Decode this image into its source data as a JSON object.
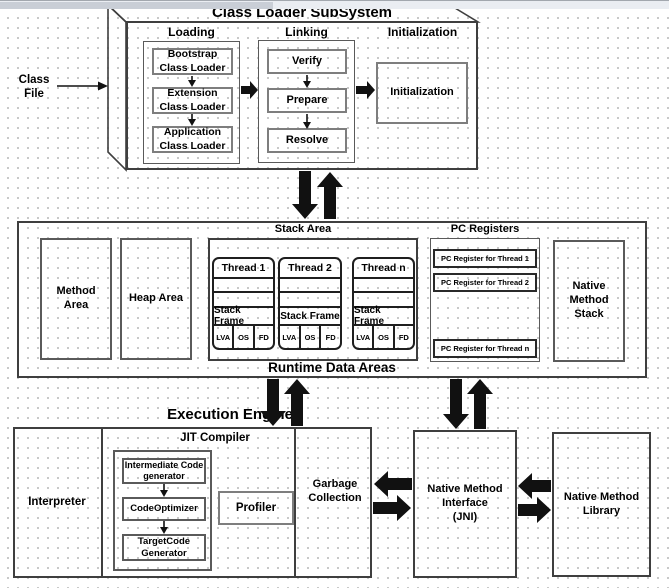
{
  "classloader": {
    "title": "Class Loader SubSystem",
    "class_file_label": "Class\nFile",
    "loading": {
      "label": "Loading",
      "boxes": [
        "Bootstrap\nClass Loader",
        "Extension\nClass Loader",
        "Application\nClass Loader"
      ]
    },
    "linking": {
      "label": "Linking",
      "boxes": [
        "Verify",
        "Prepare",
        "Resolve"
      ]
    },
    "initialization": {
      "label": "Initialization",
      "box": "Initialization"
    }
  },
  "runtime": {
    "title": "Runtime Data Areas",
    "method_area": "Method\nArea",
    "heap_area": "Heap Area",
    "stack_area": {
      "label": "Stack Area",
      "threads": [
        {
          "name": "Thread 1",
          "frame": "Stack Frame",
          "cells": [
            "LVA",
            "OS",
            "FD"
          ]
        },
        {
          "name": "Thread 2",
          "frame": "Stack Frame",
          "cells": [
            "LVA",
            "OS",
            "FD"
          ]
        },
        {
          "name": "Thread n",
          "frame": "Stack Frame",
          "cells": [
            "LVA",
            "OS",
            "FD"
          ]
        }
      ]
    },
    "pc_registers": {
      "label": "PC Registers",
      "boxes": [
        "PC Register for Thread 1",
        "PC Register for Thread 2",
        "PC Register for Thread n"
      ]
    },
    "native_method_stack": "Native\nMethod\nStack"
  },
  "engine": {
    "title": "Execution Engine",
    "interpreter": "Interpreter",
    "jit": {
      "label": "JIT Compiler",
      "boxes": [
        "Intermediate Code\ngenerator",
        "CodeOptimizer",
        "TargetCode\nGenerator"
      ],
      "profiler": "Profiler"
    },
    "garbage_collection": "Garbage\nCollection"
  },
  "native": {
    "jni": "Native Method\nInterface\n(JNI)",
    "library": "Native Method\nLibrary"
  },
  "colors": {
    "line": "#000000",
    "border_dark": "#3f3f3f",
    "border_gray": "#7e7e7e",
    "grid_dot": "#c4c4c4"
  }
}
